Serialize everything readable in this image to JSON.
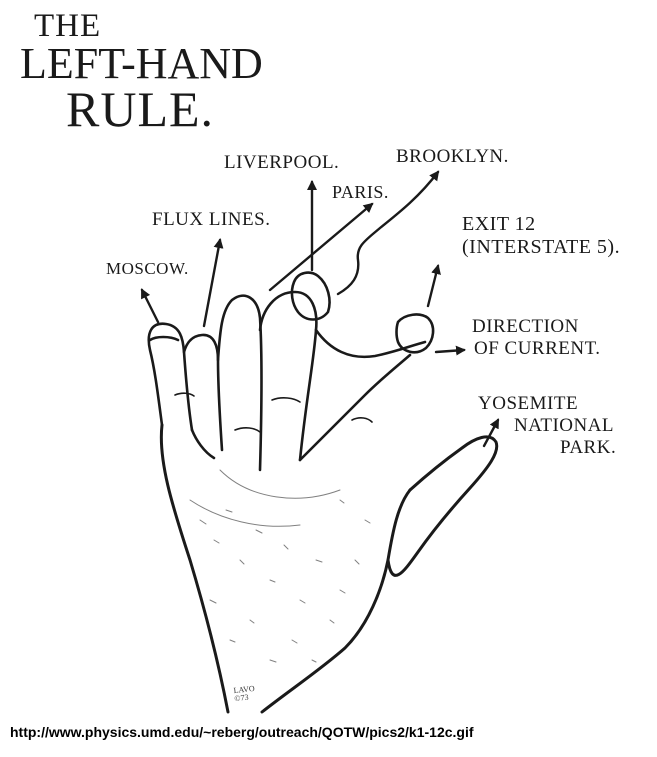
{
  "title": {
    "line1": "THE",
    "line2": "LEFT-HAND",
    "line3": "RULE."
  },
  "labels": {
    "moscow": "MOSCOW.",
    "flux_lines": "FLUX LINES.",
    "liverpool": "LIVERPOOL.",
    "paris": "PARIS.",
    "brooklyn": "BROOKLYN.",
    "exit_line1": "EXIT 12",
    "exit_line2": "(INTERSTATE 5).",
    "direction_line1": "DIRECTION",
    "direction_line2": "OF CURRENT.",
    "yosemite_line1": "YOSEMITE",
    "yosemite_line2": "NATIONAL",
    "yosemite_line3": "PARK."
  },
  "signature": {
    "line1": "LAVO",
    "line2": "©73"
  },
  "source_url": "http://www.physics.umd.edu/~reberg/outreach/QOTW/pics2/k1-12c.gif",
  "colors": {
    "ink": "#1a1a1a",
    "background": "#ffffff"
  }
}
